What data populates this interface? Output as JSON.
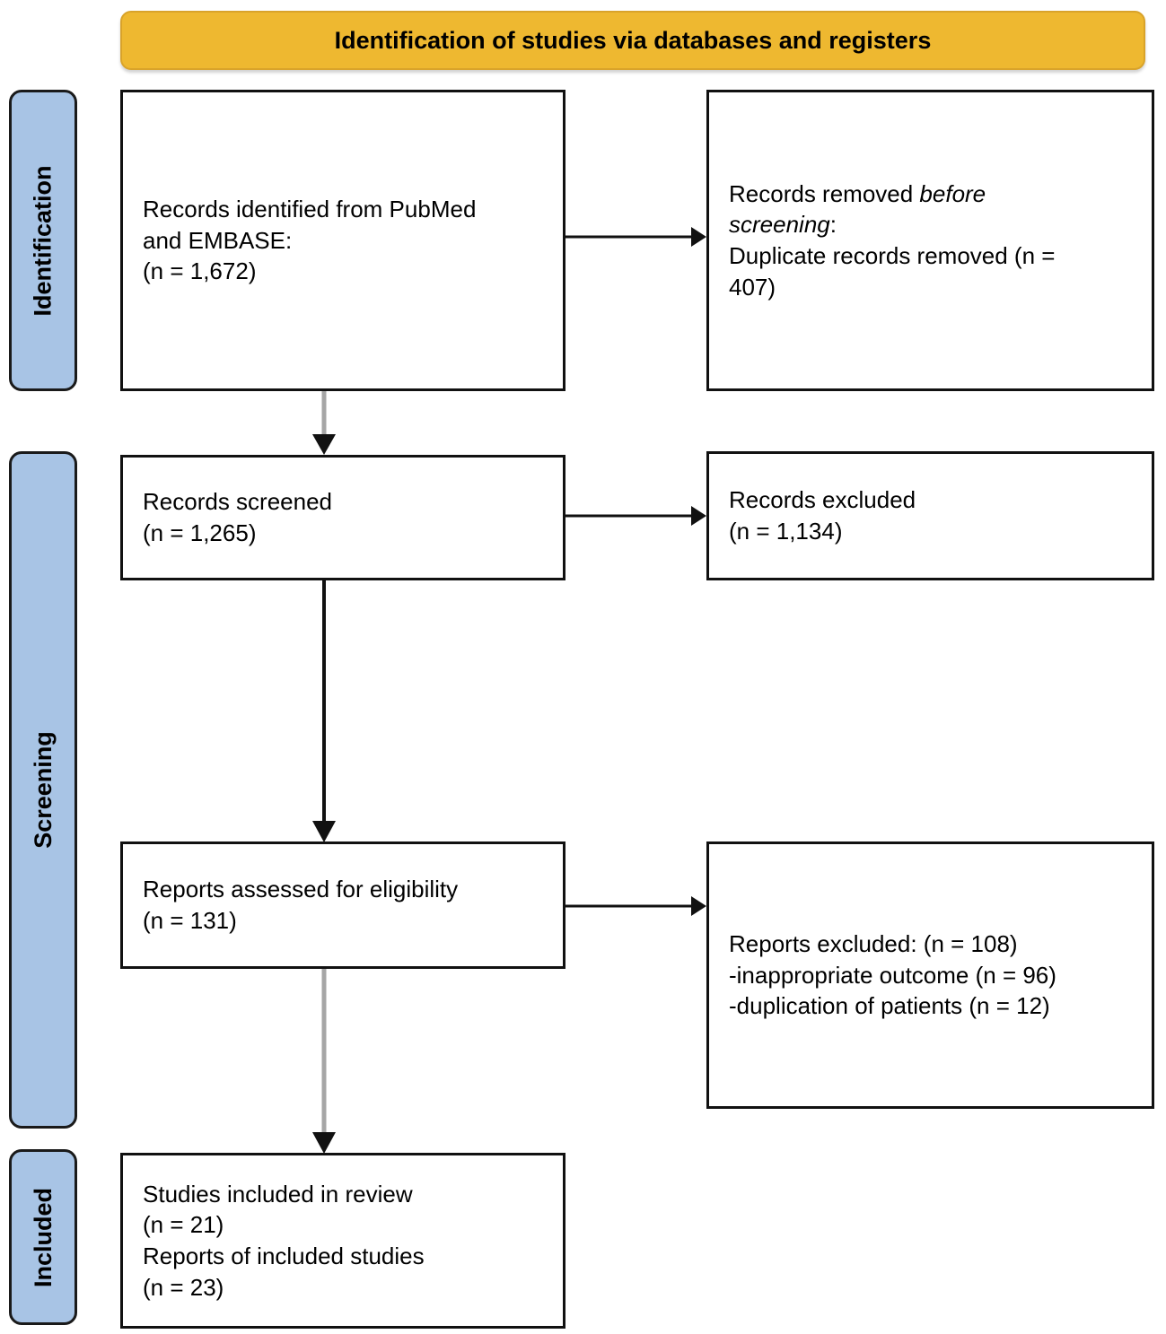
{
  "header": {
    "banner_title": "Identification of studies via databases and registers"
  },
  "stages": [
    {
      "id": "identification",
      "label": "Identification"
    },
    {
      "id": "screening",
      "label": "Screening"
    },
    {
      "id": "included",
      "label": "Included"
    }
  ],
  "boxes": {
    "identified": {
      "line1": "Records identified from PubMed",
      "line2": "and EMBASE:",
      "line3": "(n = 1,672)"
    },
    "removed": {
      "line1_plain": "Records removed ",
      "line1_italic": "before",
      "line2_italic": "screening",
      "line2_plain": ":",
      "line3": "Duplicate records removed  (n =",
      "line4": "407)"
    },
    "screened": {
      "line1": "Records screened",
      "line2": "(n = 1,265)"
    },
    "records_excluded": {
      "line1": "Records excluded",
      "line2": "(n = 1,134)"
    },
    "eligibility": {
      "line1": "Reports assessed for eligibility",
      "line2": "(n = 131)"
    },
    "reports_excluded": {
      "line1": "Reports excluded: (n = 108)",
      "line2": "-inappropriate outcome (n = 96)",
      "line3": "-duplication of patients (n = 12)"
    },
    "included": {
      "line1": "Studies included in review",
      "line2": "(n = 21)",
      "line3": "Reports of included studies",
      "line4": "(n = 23)"
    }
  },
  "chart_data": {
    "type": "diagram",
    "title": "Identification of studies via databases and registers",
    "diagram_kind": "PRISMA 2020 flow diagram",
    "stages": [
      "Identification",
      "Screening",
      "Included"
    ],
    "nodes": [
      {
        "id": "identified",
        "stage": "Identification",
        "label": "Records identified from PubMed and EMBASE:",
        "n": 1672
      },
      {
        "id": "removed",
        "stage": "Identification",
        "label": "Records removed before screening: Duplicate records removed",
        "n": 407
      },
      {
        "id": "screened",
        "stage": "Screening",
        "label": "Records screened",
        "n": 1265
      },
      {
        "id": "records_excluded",
        "stage": "Screening",
        "label": "Records excluded",
        "n": 1134
      },
      {
        "id": "eligibility",
        "stage": "Screening",
        "label": "Reports assessed for eligibility",
        "n": 131
      },
      {
        "id": "reports_excluded",
        "stage": "Screening",
        "label": "Reports excluded",
        "n": 108,
        "breakdown": [
          {
            "reason": "inappropriate outcome",
            "n": 96
          },
          {
            "reason": "duplication of patients",
            "n": 12
          }
        ]
      },
      {
        "id": "included_studies",
        "stage": "Included",
        "label": "Studies included in review",
        "n": 21
      },
      {
        "id": "included_reports",
        "stage": "Included",
        "label": "Reports of included studies",
        "n": 23
      }
    ],
    "edges": [
      {
        "from": "identified",
        "to": "removed",
        "direction": "right",
        "color": "#111111"
      },
      {
        "from": "identified",
        "to": "screened",
        "direction": "down",
        "color": "#a6a6a6"
      },
      {
        "from": "screened",
        "to": "records_excluded",
        "direction": "right",
        "color": "#111111"
      },
      {
        "from": "screened",
        "to": "eligibility",
        "direction": "down",
        "color": "#111111"
      },
      {
        "from": "eligibility",
        "to": "reports_excluded",
        "direction": "right",
        "color": "#111111"
      },
      {
        "from": "eligibility",
        "to": "included_studies",
        "direction": "down",
        "color": "#a6a6a6"
      }
    ],
    "colors": {
      "banner": "#eeb830",
      "stage_bar": "#a8c4e5",
      "box_border": "#111111",
      "background": "#ffffff",
      "arrow_grey": "#a6a6a6",
      "arrow_black": "#111111"
    }
  }
}
